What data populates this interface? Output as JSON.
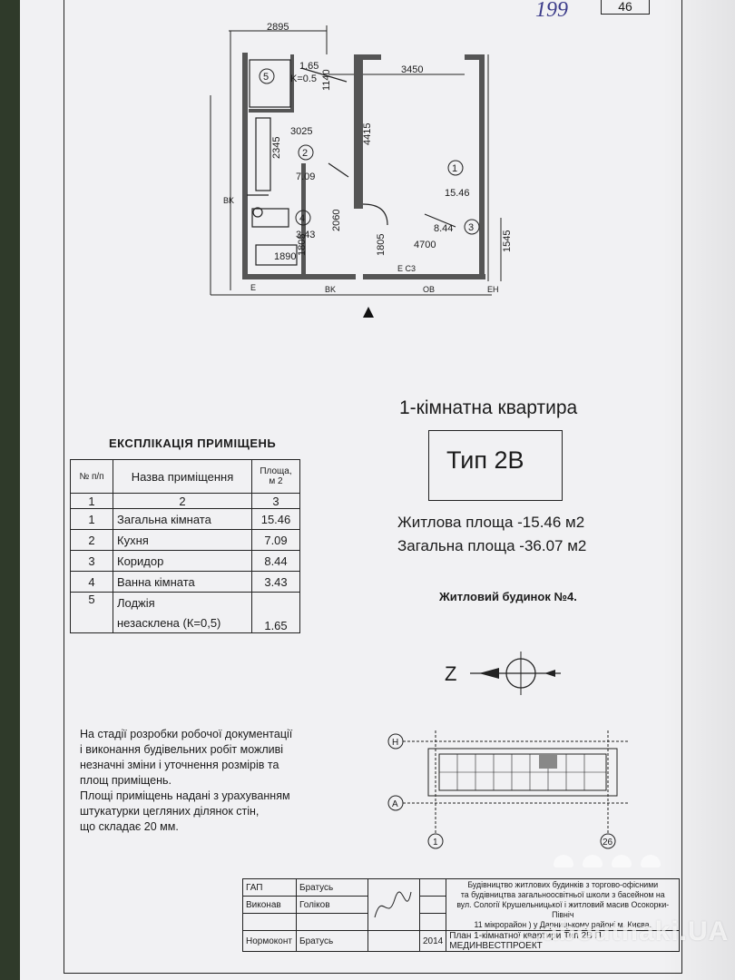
{
  "sheet": {
    "handwritten_number": "199",
    "corner_stamp": "46"
  },
  "plan": {
    "dimensions": [
      "2895",
      "3450",
      "3025",
      "4415",
      "2345",
      "2060",
      "1805",
      "1805",
      "4700",
      "1545",
      "1140",
      "1890"
    ],
    "rooms": [
      {
        "num": "1",
        "area": "15.46"
      },
      {
        "num": "2",
        "area": "7.09"
      },
      {
        "num": "3",
        "area": "8.44"
      },
      {
        "num": "4",
        "area": "3.43"
      },
      {
        "num": "5",
        "area": "1.65",
        "coef": "K=0.5"
      }
    ],
    "marks": {
      "e": "E",
      "bk": "BK",
      "ov": "OB",
      "en": "EH",
      "ec3": "E C3"
    }
  },
  "heading": {
    "title": "1-кімнатна квартира",
    "type_label": "Тип 2В",
    "living_area": "Житлова площа -15.46 м2",
    "total_area": "Загальна площа -36.07 м2",
    "building": "Житловий будинок №4."
  },
  "explication": {
    "title": "ЕКСПЛІКАЦІЯ ПРИМІЩЕНЬ",
    "headers": [
      "№ п/п",
      "Назва приміщення",
      "Площа, м 2"
    ],
    "index_row": [
      "1",
      "2",
      "3"
    ],
    "rows": [
      [
        "1",
        "Загальна кімната",
        "15.46"
      ],
      [
        "2",
        "Кухня",
        "7.09"
      ],
      [
        "3",
        "Коридор",
        "8.44"
      ],
      [
        "4",
        "Ванна кімната",
        "3.43"
      ],
      [
        "5",
        "Лоджія",
        ""
      ],
      [
        "",
        "незасклена (К=0,5)",
        "1.65"
      ]
    ]
  },
  "compass": {
    "label": "Z"
  },
  "key_plan": {
    "axis_h": "H",
    "axis_a": "A",
    "axis_1": "1",
    "axis_26": "26"
  },
  "notes": [
    "На стадії розробки робочої документації",
    "і виконання будівельних робіт можливі",
    "незначні зміни і уточнення розмірів та",
    "площ приміщень.",
    "Площі приміщень надані з урахуванням",
    "штукатурки цегляних ділянок стін,",
    "що складає 20 мм."
  ],
  "title_block": {
    "rows": [
      [
        "ГАП",
        "Братусь"
      ],
      [
        "Виконав",
        "Голіков"
      ],
      [
        "",
        ""
      ],
      [
        "Нормоконт",
        "Братусь"
      ]
    ],
    "year": "2014",
    "project": [
      "Будівництво житлових будинків з торгово-офісними",
      "та будівництва загальноосвітньої школи з басейном на",
      "вул. Сології Крушельницької і житловий масив Осокорки-Північ",
      "11 мікрорайон ) у Дарницькому районі м. Києва."
    ],
    "sheet_name": "План 1-кімнатної квартири",
    "sheet_type": "Тип 2В",
    "stage": "П",
    "org": "МЕДИНВЕСТПРОЕКТ"
  },
  "watermark": "...aboutnaki.UA"
}
